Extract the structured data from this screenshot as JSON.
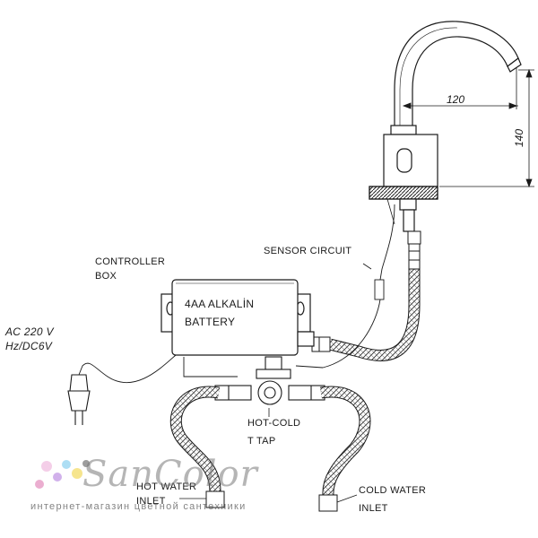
{
  "labels": {
    "controller_box": [
      "CONTROLLER",
      "BOX"
    ],
    "battery": [
      "4AA ALKALİN",
      "BATTERY"
    ],
    "sensor_circuit": "SENSOR CIRCUIT",
    "power": [
      "AC 220 V",
      "Hz/DC6V"
    ],
    "tap": [
      "HOT-COLD",
      "T TAP"
    ],
    "hot_inlet": [
      "HOT WATER",
      "INLET"
    ],
    "cold_inlet": [
      "COLD WATER",
      "INLET"
    ]
  },
  "dimensions": {
    "reach": "120",
    "height": "140"
  },
  "watermark": {
    "brand": "SanColor",
    "tagline": "интернет-магазин цветной сантехники",
    "dot_colors": [
      "#f2c6e4",
      "#c9a3e8",
      "#9fd8f2",
      "#f5e07a",
      "#8c8c8c",
      "#e8a0c8"
    ]
  }
}
